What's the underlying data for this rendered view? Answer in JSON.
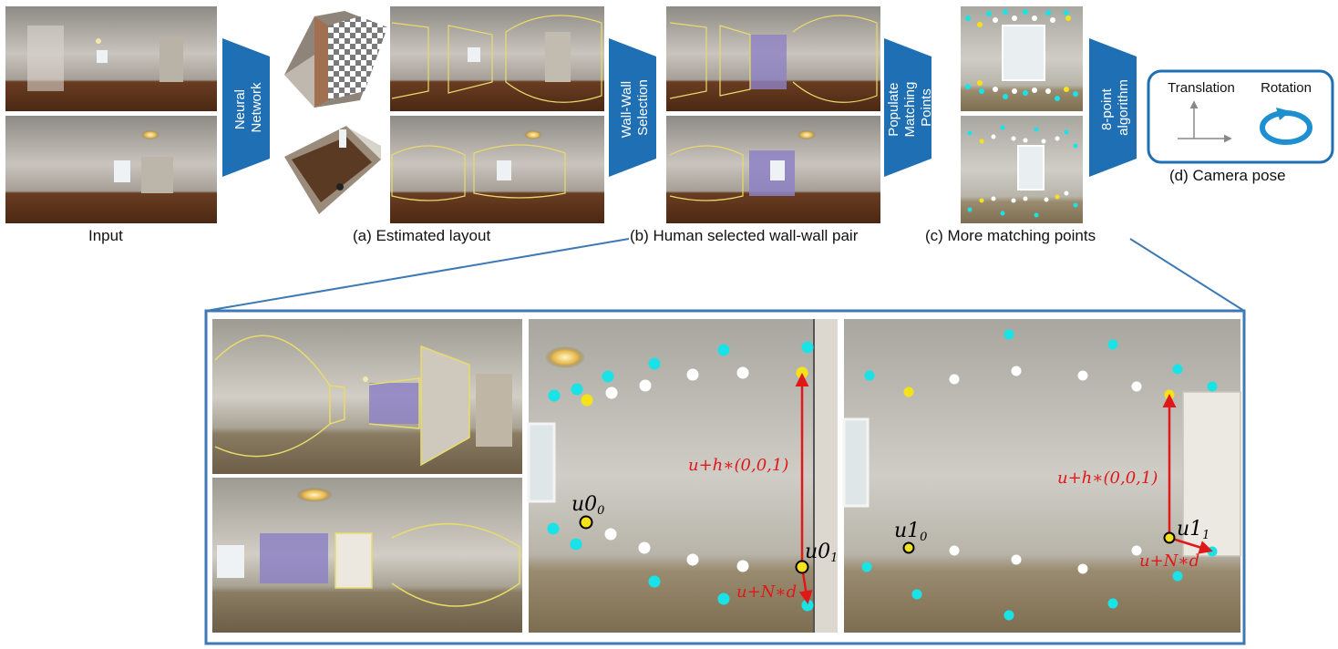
{
  "labels": {
    "input": "Input",
    "estimated_layout": "(a) Estimated layout",
    "wall_pair": "(b) Human selected wall-wall pair",
    "matching_points": "(c) More matching points",
    "camera_pose": "(d) Camera pose"
  },
  "arrows": {
    "neural_network": [
      "Neural",
      "Network"
    ],
    "wall_selection": [
      "Wall-Wall",
      "Selection"
    ],
    "populate": [
      "Populate",
      "Matching",
      "Points"
    ],
    "eight_point": [
      "8-point",
      "algorithm"
    ]
  },
  "pose_box": {
    "translation": "Translation",
    "rotation": "Rotation"
  },
  "detail_labels": {
    "u00_base": "u0",
    "u00_sub": "0",
    "u01_base": "u0",
    "u01_sub": "1",
    "u10_base": "u1",
    "u10_sub": "0",
    "u11_base": "u1",
    "u11_sub": "1",
    "height_vec": "u+h∗(0,0,1)",
    "normal_vec": "u+N∗d"
  },
  "colors": {
    "accent_blue": "#1f6fb5",
    "frame_blue": "#3d7ab5",
    "point_cyan": "#19e3e6",
    "point_yellow": "#f5e21b",
    "point_white": "#ffffff",
    "vector_red": "#e01818",
    "layout_yellow": "#e8dc6a"
  }
}
